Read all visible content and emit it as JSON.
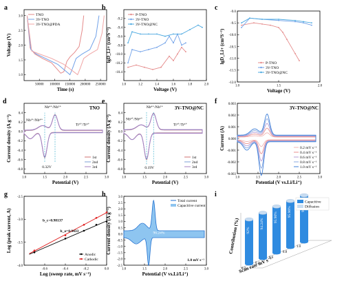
{
  "panels": {
    "a": {
      "label": "a"
    },
    "b": {
      "label": "b"
    },
    "c": {
      "label": "c"
    },
    "d": {
      "label": "d"
    },
    "e": {
      "label": "e"
    },
    "f": {
      "label": "f"
    },
    "g": {
      "label": "g"
    },
    "h": {
      "label": "h"
    },
    "i": {
      "label": "i"
    }
  },
  "colors": {
    "TNO": "#e58a8a",
    "3V-TNO": "#6fa0e8",
    "3V-TNO@PDA": "#f0a5a5",
    "3V-TNO@NC": "#4aa8e0",
    "cycle1": "#d07070",
    "cycle2": "#7c9fd6",
    "cycle3": "#a67fc2",
    "anodic": "#000000",
    "cathodic": "#e02020",
    "total_current": "#1e6fd0",
    "capacitive": "#8ec5f0",
    "bar_front": "#2f8be0",
    "bar_top": "#c8ddf2"
  },
  "chart_data": [
    {
      "panel": "a",
      "type": "line",
      "xlabel": "Time (s)",
      "ylabel": "Voltage (V)",
      "xlim": [
        0,
        270000
      ],
      "ylim": [
        0.8,
        3.2
      ],
      "xticks": [
        "50000",
        "100000",
        "150000",
        "200000",
        "250000"
      ],
      "yticks": [
        "1.0",
        "1.5",
        "2.0",
        "2.5",
        "3.0"
      ],
      "series": [
        {
          "name": "TNO",
          "x": [
            10000,
            20000,
            35000,
            60000,
            90000,
            120000,
            130000,
            140000,
            150000,
            165000,
            180000,
            190000,
            195000
          ],
          "y": [
            3.0,
            1.9,
            1.7,
            1.55,
            1.4,
            1.05,
            1.1,
            1.45,
            1.6,
            1.75,
            1.95,
            2.5,
            3.0
          ]
        },
        {
          "name": "3V-TNO",
          "x": [
            10000,
            22000,
            40000,
            70000,
            110000,
            150000,
            158000,
            170000,
            190000,
            215000,
            235000,
            245000
          ],
          "y": [
            3.0,
            1.85,
            1.7,
            1.55,
            1.35,
            1.0,
            1.2,
            1.55,
            1.7,
            1.85,
            2.3,
            3.0
          ]
        },
        {
          "name": "3V-TNO@PDA",
          "x": [
            10000,
            25000,
            50000,
            90000,
            130000,
            175000,
            183000,
            195000,
            215000,
            240000,
            255000,
            262000
          ],
          "y": [
            3.0,
            1.8,
            1.7,
            1.55,
            1.35,
            1.0,
            1.2,
            1.55,
            1.7,
            1.85,
            2.4,
            3.0
          ]
        }
      ]
    },
    {
      "panel": "b",
      "type": "line",
      "xlabel": "Voltage (V)",
      "ylabel": "lgD_Li+ (cm²S⁻¹)",
      "xlim": [
        1.0,
        2.0
      ],
      "ylim": [
        -10.6,
        -9.0
      ],
      "xticks": [
        "1.0",
        "1.2",
        "1.4",
        "1.6",
        "1.8",
        "2.0"
      ],
      "yticks": [
        "-9.2",
        "-9.4",
        "-9.6",
        "-9.8",
        "-10.0",
        "-10.2",
        "-10.4"
      ],
      "series": [
        {
          "name": "P-TNO",
          "x": [
            1.05,
            1.15,
            1.25,
            1.35,
            1.45,
            1.55,
            1.6,
            1.65,
            1.7,
            1.75
          ],
          "y": [
            -10.3,
            -10.25,
            -10.3,
            -10.35,
            -10.3,
            -10.05,
            -10.15,
            -10.0,
            -9.85,
            -9.95
          ]
        },
        {
          "name": "3V-TNO",
          "x": [
            1.05,
            1.1,
            1.2,
            1.3,
            1.4,
            1.5,
            1.55,
            1.6,
            1.65,
            1.7,
            1.75
          ],
          "y": [
            -10.2,
            -9.9,
            -9.95,
            -9.9,
            -9.85,
            -9.75,
            -9.6,
            -9.75,
            -9.55,
            -9.8,
            -9.75
          ]
        },
        {
          "name": "3V-TNO@NC",
          "x": [
            1.05,
            1.1,
            1.2,
            1.3,
            1.4,
            1.5,
            1.6,
            1.7,
            1.8,
            1.9,
            1.95
          ],
          "y": [
            -9.75,
            -9.5,
            -9.55,
            -9.55,
            -9.55,
            -9.6,
            -9.55,
            -9.55,
            -9.45,
            -9.35,
            -9.4
          ]
        }
      ]
    },
    {
      "panel": "c",
      "type": "line",
      "xlabel": "Voltage (V)",
      "ylabel": "lgD_Li+ (cm²S⁻¹)",
      "xlim": [
        1.0,
        2.0
      ],
      "ylim": [
        -12.0,
        -9.0
      ],
      "xticks": [
        "1.0",
        "1.5",
        "2.0"
      ],
      "yticks": [
        "-9.0",
        "-9.5",
        "-10.0",
        "-10.5",
        "-11.0",
        "-11.5",
        "-12.0"
      ],
      "series": [
        {
          "name": "P-TNO",
          "x": [
            1.05,
            1.2,
            1.3,
            1.4,
            1.5,
            1.55,
            1.6,
            1.7,
            1.75
          ],
          "y": [
            -9.6,
            -9.5,
            -9.55,
            -9.6,
            -9.7,
            -9.9,
            -10.2,
            -10.8,
            -11.1
          ]
        },
        {
          "name": "3V-TNO",
          "x": [
            1.05,
            1.15,
            1.3,
            1.5,
            1.7,
            1.8,
            1.9
          ],
          "y": [
            -9.7,
            -9.3,
            -9.35,
            -9.4,
            -9.45,
            -9.5,
            -9.6
          ]
        },
        {
          "name": "3V-TNO@NC",
          "x": [
            1.05,
            1.15,
            1.3,
            1.5,
            1.7,
            1.8,
            1.9
          ],
          "y": [
            -9.5,
            -9.3,
            -9.35,
            -9.35,
            -9.4,
            -9.45,
            -9.5
          ]
        }
      ]
    },
    {
      "panel": "d",
      "type": "line",
      "title": "TNO",
      "xlabel": "Potential (V)",
      "ylabel": "Current density (A g⁻¹)",
      "xlim": [
        1.0,
        3.0
      ],
      "ylim": [
        -0.9,
        0.6
      ],
      "xticks": [
        "1.0",
        "1.5",
        "2.0",
        "2.5",
        "3.0"
      ],
      "yticks": [
        "0.4",
        "0.2",
        "0.0",
        "-0.2",
        "-0.4",
        "-0.6",
        "-0.8"
      ],
      "annotations": [
        "Nb⁴⁺/Nb⁵⁺",
        "Nb³⁺/Nb⁴⁺",
        "Ti³⁺/Ti⁴⁺",
        "0.32V"
      ],
      "series": [
        {
          "name": "1st"
        },
        {
          "name": "2nd"
        },
        {
          "name": "3rd"
        }
      ]
    },
    {
      "panel": "e",
      "type": "line",
      "title": "3V-TNO@NC",
      "xlabel": "Potential (V)",
      "ylabel": "Current density (A g⁻¹)",
      "xlim": [
        1.0,
        3.0
      ],
      "ylim": [
        -0.9,
        0.6
      ],
      "xticks": [
        "1.0",
        "1.5",
        "2.0",
        "2.5",
        "3.0"
      ],
      "yticks": [
        "0.4",
        "0.2",
        "0.0",
        "-0.2",
        "-0.4",
        "-0.6",
        "-0.8"
      ],
      "annotations": [
        "Nb⁴⁺/Nb⁵⁺",
        "Nb³⁺/Nb⁴⁺",
        "Ti³⁺/Ti⁴⁺",
        "0.19V"
      ],
      "series": [
        {
          "name": "1st"
        },
        {
          "name": "2nd"
        },
        {
          "name": "3rd"
        }
      ]
    },
    {
      "panel": "f",
      "type": "line",
      "title": "3V-TNO@NC",
      "xlabel": "Potential (V vs.Li/Li⁺)",
      "ylabel": "Current (A)",
      "xlim": [
        1.0,
        3.0
      ],
      "ylim": [
        -0.003,
        0.003
      ],
      "xticks": [
        "1.0",
        "1.5",
        "2.0",
        "2.5",
        "3.0"
      ],
      "yticks": [
        "0.003",
        "0.002",
        "0.001",
        "0.000",
        "-0.001",
        "-0.002",
        "-0.003"
      ],
      "series": [
        {
          "name": "0.2 mV s⁻¹",
          "scale": 0.2
        },
        {
          "name": "0.4 mV s⁻¹",
          "scale": 0.4
        },
        {
          "name": "0.6 mV s⁻¹",
          "scale": 0.6
        },
        {
          "name": "0.8 mV s⁻¹",
          "scale": 0.8
        },
        {
          "name": "1.0 mV s⁻¹",
          "scale": 1.0
        }
      ]
    },
    {
      "panel": "g",
      "type": "scatter",
      "xlabel": "Log (sweep rate, mV s⁻¹)",
      "ylabel": "Log (peak current, A)",
      "xlim": [
        -0.8,
        0.0
      ],
      "ylim": [
        -4.0,
        -2.5
      ],
      "xticks": [
        "-0.6",
        "-0.4",
        "-0.2",
        "0.0"
      ],
      "yticks": [
        "-2.5",
        "-3.0",
        "-3.5",
        "-4.0"
      ],
      "annotations": [
        "b_c=0.98137",
        "b_a=0.9433"
      ],
      "series": [
        {
          "name": "Anodic",
          "x": [
            -0.7,
            -0.4,
            -0.22,
            -0.1,
            0.0
          ],
          "y": [
            -3.72,
            -3.42,
            -3.25,
            -3.12,
            -3.05
          ]
        },
        {
          "name": "Cathodic",
          "x": [
            -0.7,
            -0.4,
            -0.22,
            -0.1,
            0.0
          ],
          "y": [
            -3.68,
            -3.35,
            -3.12,
            -2.97,
            -2.85
          ]
        }
      ]
    },
    {
      "panel": "h",
      "type": "area",
      "xlabel": "Potential (V vs.Li/Li⁺)",
      "ylabel": "Current density (A g⁻¹)",
      "xlim": [
        1.0,
        3.0
      ],
      "ylim": [
        -2.5,
        3.0
      ],
      "xticks": [
        "1.0",
        "1.5",
        "2.0",
        "2.5",
        "3.0"
      ],
      "yticks": [
        "3.0",
        "2.5",
        "2.0",
        "1.5",
        "1.0",
        "0.5",
        "0.0",
        "-0.5",
        "-1.0",
        "-1.5",
        "-2.0",
        "-2.5"
      ],
      "annotations": [
        "96.24%",
        "1.0 mV s⁻¹"
      ],
      "series": [
        {
          "name": "Total current"
        },
        {
          "name": "Capacitive current"
        }
      ]
    },
    {
      "panel": "i",
      "type": "bar",
      "xlabel": "Scan rate mV s⁻¹",
      "ylabel": "Contribution (%)",
      "legend": [
        "Capacitive",
        "Diffusion"
      ],
      "categories": [
        "0.2",
        "0.4",
        "0.6",
        "0.8",
        "1.0"
      ],
      "values": [
        92,
        94.24,
        95.96,
        95.96,
        96.24
      ],
      "value_labels": [
        "92%",
        "94.24%",
        "95.96%",
        "95.96%",
        "96.24%"
      ]
    }
  ]
}
